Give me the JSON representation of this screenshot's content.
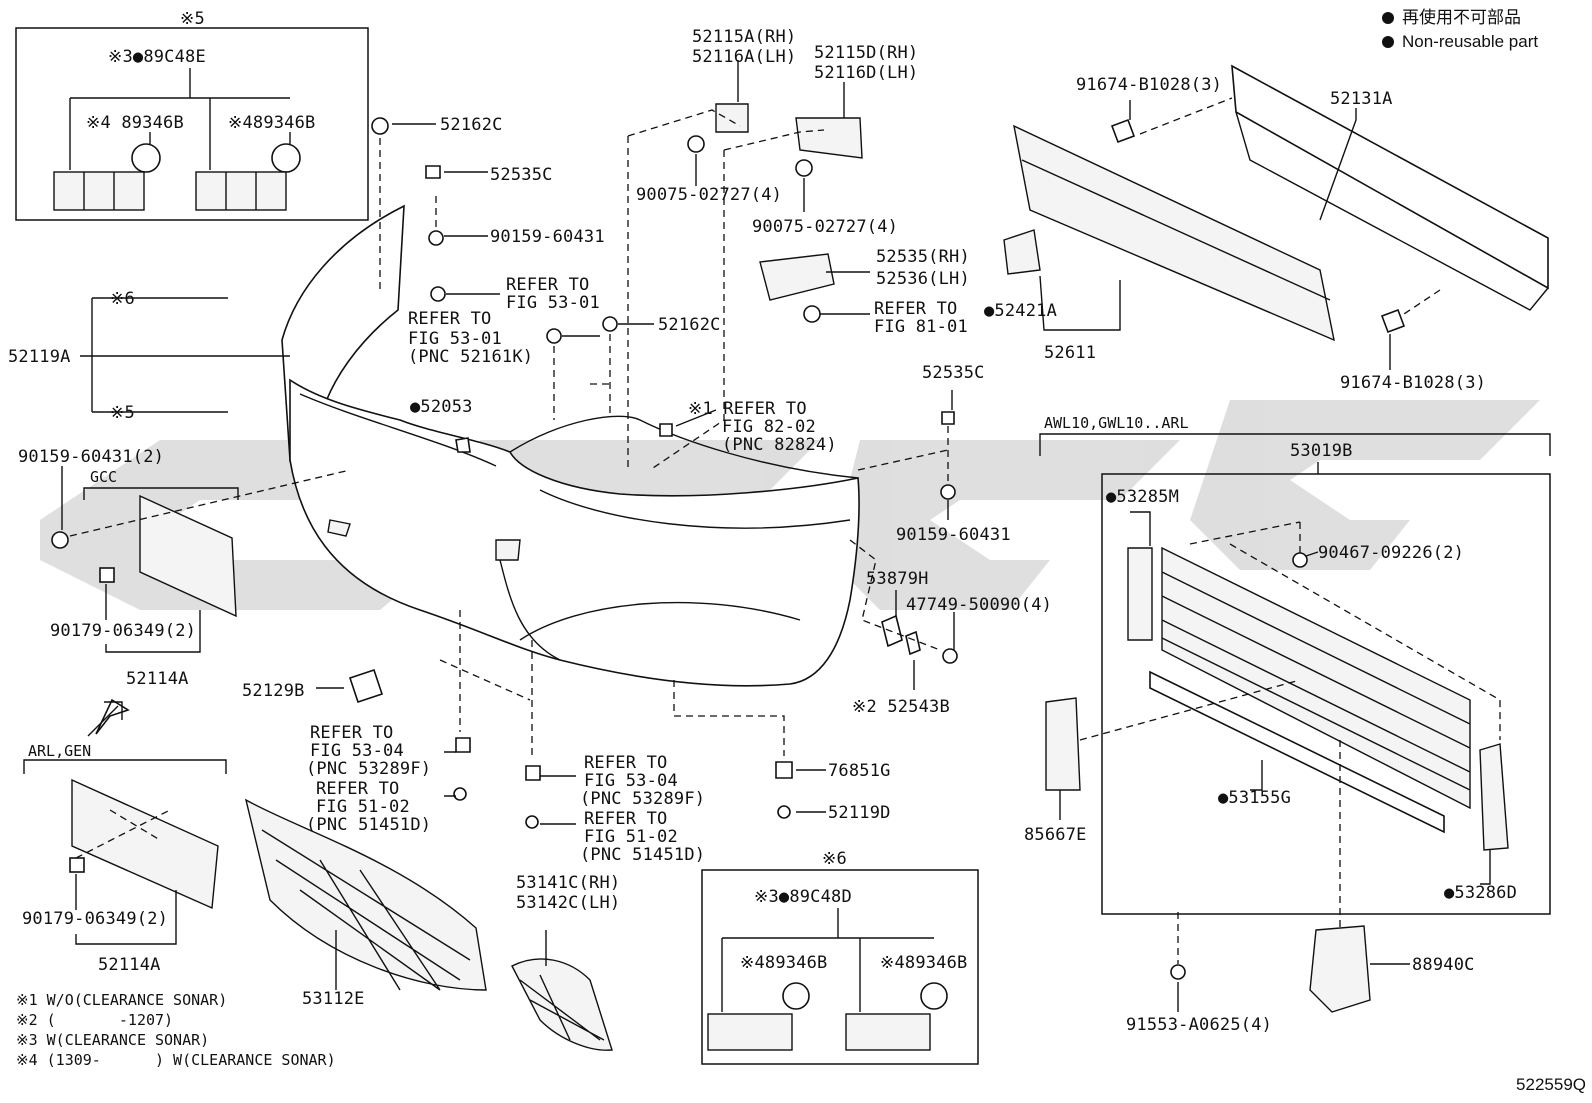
{
  "legend": {
    "jp": "再使用不可部品",
    "en": "Non-reusable part"
  },
  "diagram_code": "522559Q",
  "variant_labels": {
    "awl": "AWL10,GWL10..ARL",
    "gcc": "GCC",
    "arl": "ARL,GEN"
  },
  "group_marks": {
    "g5_top": "※5",
    "g6_bottom": "※6",
    "g6_side": "※6",
    "g5_side": "※5"
  },
  "parts": {
    "p89C48E": "※3●89C48E",
    "p89346B_a": "※4 89346B",
    "p89346B_b": "※489346B",
    "p52119A": "52119A",
    "p52162C_top": "52162C",
    "p52535C_top": "52535C",
    "p90159_60431_top": "90159-60431",
    "p52115A": "52115A(RH)",
    "p52116A": "52116A(LH)",
    "p52115D": "52115D(RH)",
    "p52116D": "52116D(LH)",
    "p90075_a": "90075-02727(4)",
    "p90075_b": "90075-02727(4)",
    "p91674_top": "91674-B1028(3)",
    "p52131A": "52131A",
    "p52535": "52535(RH)",
    "p52536": "52536(LH)",
    "p52421A": "●52421A",
    "p52611": "52611",
    "p91674_bot": "91674-B1028(3)",
    "p52162C_mid": "52162C",
    "p52053": "●52053",
    "p52535C_mid": "52535C",
    "p90159_60431_mid": "90159-60431",
    "p90159_60431_2": "90159-60431(2)",
    "p90179_a": "90179-06349(2)",
    "p52114A_a": "52114A",
    "p90179_b": "90179-06349(2)",
    "p52114A_b": "52114A",
    "p52129B": "52129B",
    "p53112E": "53112E",
    "p53141C": "53141C(RH)",
    "p53142C": "53142C(LH)",
    "p53879H": "53879H",
    "p47749": "47749-50090(4)",
    "p52543B": "※2 52543B",
    "p76851G": "76851G",
    "p52119D": "52119D",
    "p89C48D": "※3●89C48D",
    "p89346B_c": "※489346B",
    "p89346B_d": "※489346B",
    "p53019B": "53019B",
    "p53285M": "●53285M",
    "p90467": "90467-09226(2)",
    "p53155G": "●53155G",
    "p85667E": "85667E",
    "p53286D": "●53286D",
    "p91553": "91553-A0625(4)",
    "p88940C": "88940C"
  },
  "refs": {
    "r1": [
      "REFER TO",
      "FIG 53-01"
    ],
    "r2": [
      "REFER TO",
      "FIG 53-01",
      "(PNC 52161K)"
    ],
    "r3": [
      "REFER TO",
      "FIG 81-01"
    ],
    "r4": [
      "※1 REFER TO",
      "FIG 82-02",
      "(PNC 82824)"
    ],
    "r5": [
      "REFER TO",
      "FIG 53-04",
      "(PNC 53289F)"
    ],
    "r6": [
      "REFER TO",
      "FIG 51-02",
      "(PNC 51451D)"
    ],
    "r7": [
      "REFER TO",
      "FIG 53-04",
      "(PNC 53289F)"
    ],
    "r8": [
      "REFER TO",
      "FIG 51-02",
      "(PNC 51451D)"
    ]
  },
  "footnotes": [
    "※1 W/O(CLEARANCE SONAR)",
    "※2 (       -1207)",
    "※3 W(CLEARANCE SONAR)",
    "※4 (1309-      ) W(CLEARANCE SONAR)"
  ]
}
